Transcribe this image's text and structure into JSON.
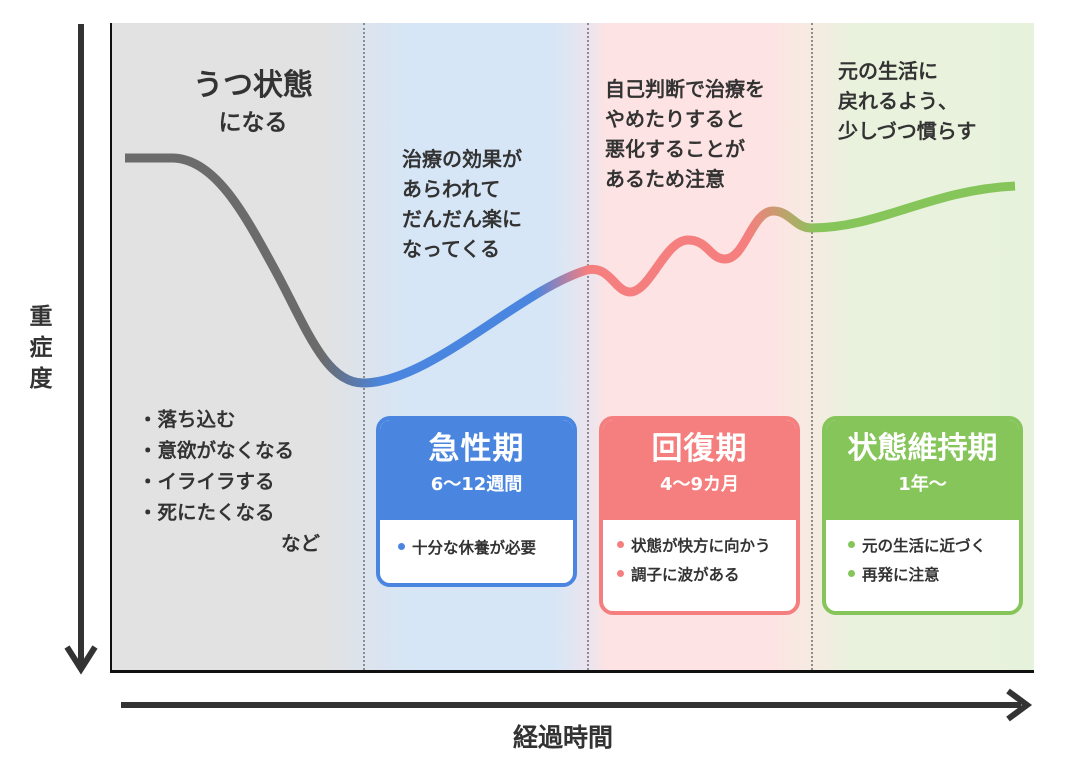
{
  "axes": {
    "y_label": "重症度",
    "x_label": "経過時間"
  },
  "phases": [
    {
      "id": "depression-onset",
      "title_line1": "うつ状態",
      "title_line2": "になる",
      "symptoms": [
        "落ち込む",
        "意欲がなくなる",
        "イライラする",
        "死にたくなる"
      ],
      "symptoms_suffix": "など",
      "background_color": "#e2e2e2",
      "curve_color": "#6b6b6b"
    },
    {
      "id": "acute",
      "description": [
        "治療の効果が",
        "あらわれて",
        "だんだん楽に",
        "なってくる"
      ],
      "card": {
        "title": "急性期",
        "period": "6〜12週間",
        "items": [
          "十分な休養が必要"
        ]
      },
      "color": "#4a86e0",
      "background_color": "#d6e6f6"
    },
    {
      "id": "recovery",
      "description": [
        "自己判断で治療を",
        "やめたりすると",
        "悪化することが",
        "あるため注意"
      ],
      "card": {
        "title": "回復期",
        "period": "4〜9カ月",
        "items": [
          "状態が快方に向かう",
          "調子に波がある"
        ]
      },
      "color": "#f57f7f",
      "background_color": "#fde3e3"
    },
    {
      "id": "maintenance",
      "description": [
        "元の生活に",
        "戻れるよう、",
        "少しづつ慣らす"
      ],
      "card": {
        "title": "状態維持期",
        "period": "1年〜",
        "items": [
          "元の生活に近づく",
          "再発に注意"
        ]
      },
      "color": "#86c55a",
      "background_color": "#e7f2dc"
    }
  ],
  "colors": {
    "text": "#333333",
    "axis": "#333333",
    "divider": "#8d8d8d"
  }
}
